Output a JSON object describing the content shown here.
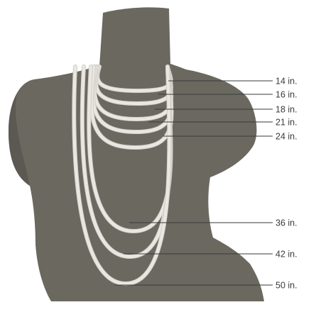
{
  "colors": {
    "mannequin": "#6b6860",
    "mannequin_shadow": "#5c5952",
    "necklace": "#e9e7e1",
    "necklace_edge": "#cfccc4",
    "leader_line": "#3a3a3a",
    "background": "#ffffff"
  },
  "necklace_lengths": [
    {
      "label": "14 in.",
      "length_in": 14
    },
    {
      "label": "16 in.",
      "length_in": 16
    },
    {
      "label": "18 in.",
      "length_in": 18
    },
    {
      "label": "21 in.",
      "length_in": 21
    },
    {
      "label": "24 in.",
      "length_in": 24
    },
    {
      "label": "36 in.",
      "length_in": 36
    },
    {
      "label": "42 in.",
      "length_in": 42
    },
    {
      "label": "50 in.",
      "length_in": 50
    }
  ]
}
